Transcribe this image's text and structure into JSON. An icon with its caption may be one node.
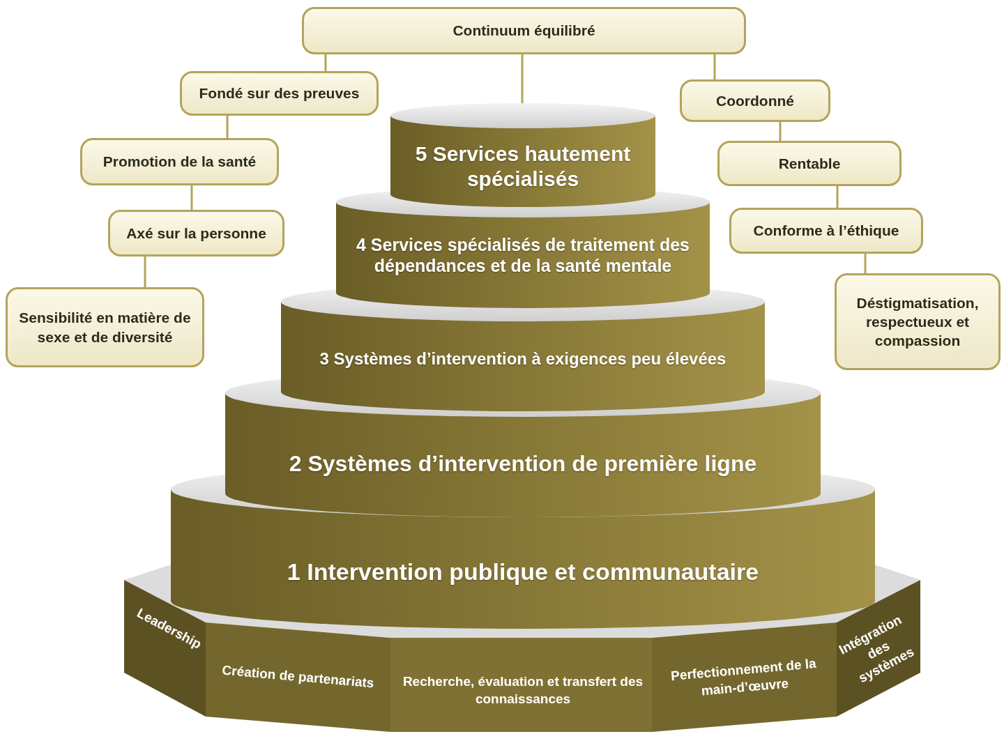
{
  "diagram": {
    "nodes": [
      {
        "text": [
          "Continuum équilibré"
        ]
      },
      {
        "text": [
          "Fondé sur des preuves"
        ]
      },
      {
        "text": [
          "Promotion de la santé"
        ]
      },
      {
        "text": [
          "Axé sur la personne"
        ]
      },
      {
        "text": [
          "Sensibilité en matière de sexe et de diversité"
        ]
      },
      {
        "text": [
          "Coordonné"
        ]
      },
      {
        "text": [
          "Rentable"
        ]
      },
      {
        "text": [
          "Conforme à l’éthique"
        ]
      },
      {
        "text": [
          "Déstigmatisation, respectueux et compassion"
        ]
      },
      {
        "text": [
          "5 Services hautement spécialisés"
        ]
      },
      {
        "text": [
          "4 Services spécialisés de traitement des dépendances et de la santé mentale"
        ]
      },
      {
        "text": [
          "3 Systèmes d’intervention à exigences peu élevées"
        ]
      },
      {
        "text": [
          "2 Systèmes d’intervention de première ligne"
        ]
      },
      {
        "text": [
          "1 Intervention publique et communautaire"
        ]
      },
      {
        "text": [
          "Leadership"
        ]
      },
      {
        "text": [
          "Création de partenariats"
        ]
      },
      {
        "text": [
          "Recherche, évaluation et transfert des connaissances"
        ]
      },
      {
        "text": [
          "Perfectionnement de la main-d’œuvre"
        ]
      },
      {
        "text": [
          "Intégration des systèmes"
        ]
      }
    ],
    "edges": [
      {
        "from": 0,
        "to": 1,
        "arrow": "none"
      },
      {
        "from": 0,
        "to": 9,
        "arrow": "none"
      },
      {
        "from": 0,
        "to": 5,
        "arrow": "none"
      },
      {
        "from": 1,
        "to": 2,
        "arrow": "none"
      },
      {
        "from": 2,
        "to": 3,
        "arrow": "none"
      },
      {
        "from": 3,
        "to": 4,
        "arrow": "none"
      },
      {
        "from": 5,
        "to": 6,
        "arrow": "none"
      },
      {
        "from": 6,
        "to": 7,
        "arrow": "none"
      },
      {
        "from": 7,
        "to": 8,
        "arrow": "none"
      }
    ]
  }
}
